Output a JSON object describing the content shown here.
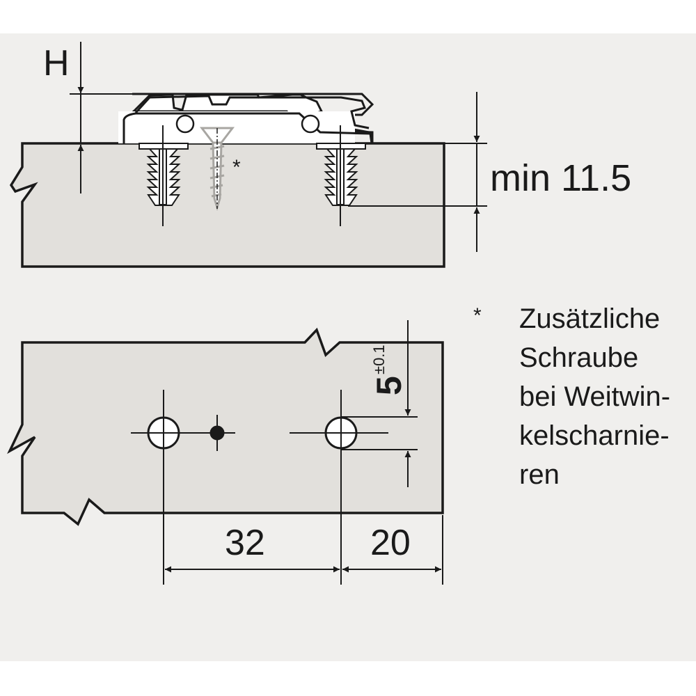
{
  "colors": {
    "background": "#f0efed",
    "board": "#e2e0dc",
    "line": "#1a1a1a",
    "screw_gray": "#a8a6a2"
  },
  "side_view": {
    "height_label": "H",
    "depth_label": "min 11.5",
    "extra_screw_marker": "*"
  },
  "top_view": {
    "hole_offset_label": "5",
    "hole_offset_tolerance": "±0.1",
    "hole_spacing_label": "32",
    "edge_distance_label": "20"
  },
  "note": {
    "marker": "*",
    "lines": [
      "Zusätzliche",
      "Schraube",
      "bei Weitwin-",
      "kelscharnie-",
      "ren"
    ]
  }
}
